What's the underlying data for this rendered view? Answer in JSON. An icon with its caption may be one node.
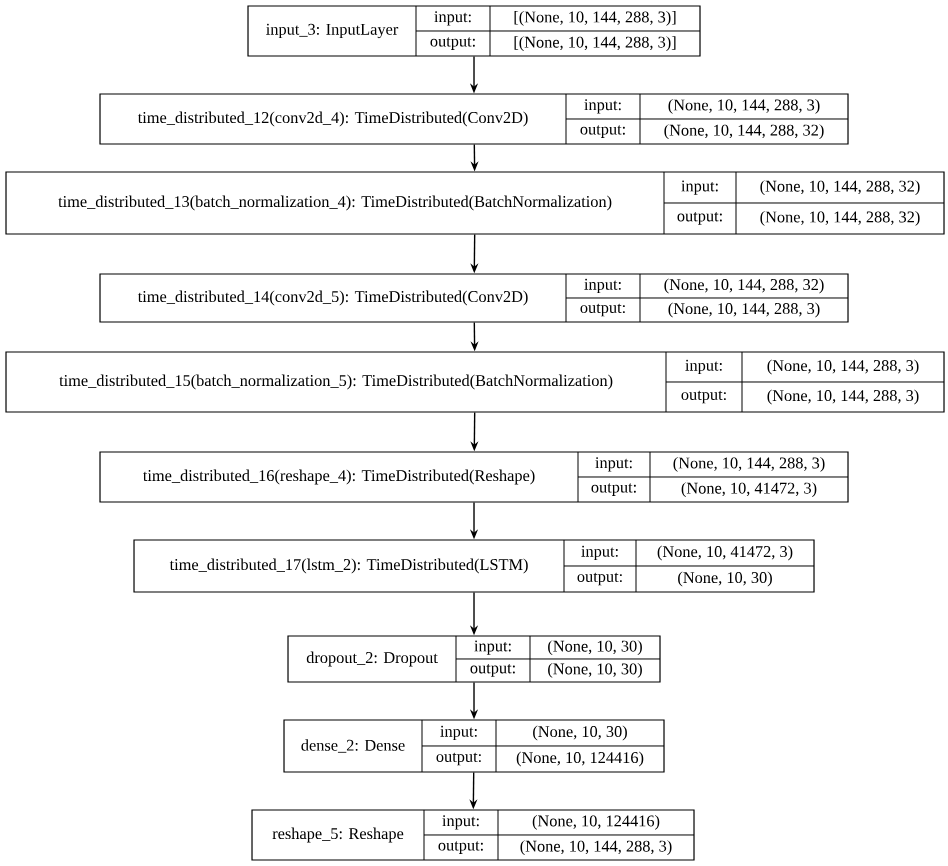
{
  "diagram": {
    "nodes": [
      {
        "text": [
          "input_3: InputLayer",
          "input:",
          "[(None, 10, 144, 288, 3)]",
          "output:",
          "[(None, 10, 144, 288, 3)]"
        ]
      },
      {
        "text": [
          "time_distributed_12(conv2d_4): TimeDistributed(Conv2D)",
          "input:",
          "(None, 10, 144, 288, 3)",
          "output:",
          "(None, 10, 144, 288, 32)"
        ]
      },
      {
        "text": [
          "time_distributed_13(batch_normalization_4): TimeDistributed(BatchNormalization)",
          "input:",
          "(None, 10, 144, 288, 32)",
          "output:",
          "(None, 10, 144, 288, 32)"
        ]
      },
      {
        "text": [
          "time_distributed_14(conv2d_5): TimeDistributed(Conv2D)",
          "input:",
          "(None, 10, 144, 288, 32)",
          "output:",
          "(None, 10, 144, 288, 3)"
        ]
      },
      {
        "text": [
          "time_distributed_15(batch_normalization_5): TimeDistributed(BatchNormalization)",
          "input:",
          "(None, 10, 144, 288, 3)",
          "output:",
          "(None, 10, 144, 288, 3)"
        ]
      },
      {
        "text": [
          "time_distributed_16(reshape_4): TimeDistributed(Reshape)",
          "input:",
          "(None, 10, 144, 288, 3)",
          "output:",
          "(None, 10, 41472, 3)"
        ]
      },
      {
        "text": [
          "time_distributed_17(lstm_2): TimeDistributed(LSTM)",
          "input:",
          "(None, 10, 41472, 3)",
          "output:",
          "(None, 10, 30)"
        ]
      },
      {
        "text": [
          "dropout_2: Dropout",
          "input:",
          "(None, 10, 30)",
          "output:",
          "(None, 10, 30)"
        ]
      },
      {
        "text": [
          "dense_2: Dense",
          "input:",
          "(None, 10, 30)",
          "output:",
          "(None, 10, 124416)"
        ]
      },
      {
        "text": [
          "reshape_5: Reshape",
          "input:",
          "(None, 10, 124416)",
          "output:",
          "(None, 10, 144, 288, 3)"
        ]
      }
    ],
    "edges": [
      {
        "from": 0,
        "to": 1,
        "arrow": "to"
      },
      {
        "from": 1,
        "to": 2,
        "arrow": "to"
      },
      {
        "from": 2,
        "to": 3,
        "arrow": "to"
      },
      {
        "from": 3,
        "to": 4,
        "arrow": "to"
      },
      {
        "from": 4,
        "to": 5,
        "arrow": "to"
      },
      {
        "from": 5,
        "to": 6,
        "arrow": "to"
      },
      {
        "from": 6,
        "to": 7,
        "arrow": "to"
      },
      {
        "from": 7,
        "to": 8,
        "arrow": "to"
      },
      {
        "from": 8,
        "to": 9,
        "arrow": "to"
      }
    ]
  }
}
